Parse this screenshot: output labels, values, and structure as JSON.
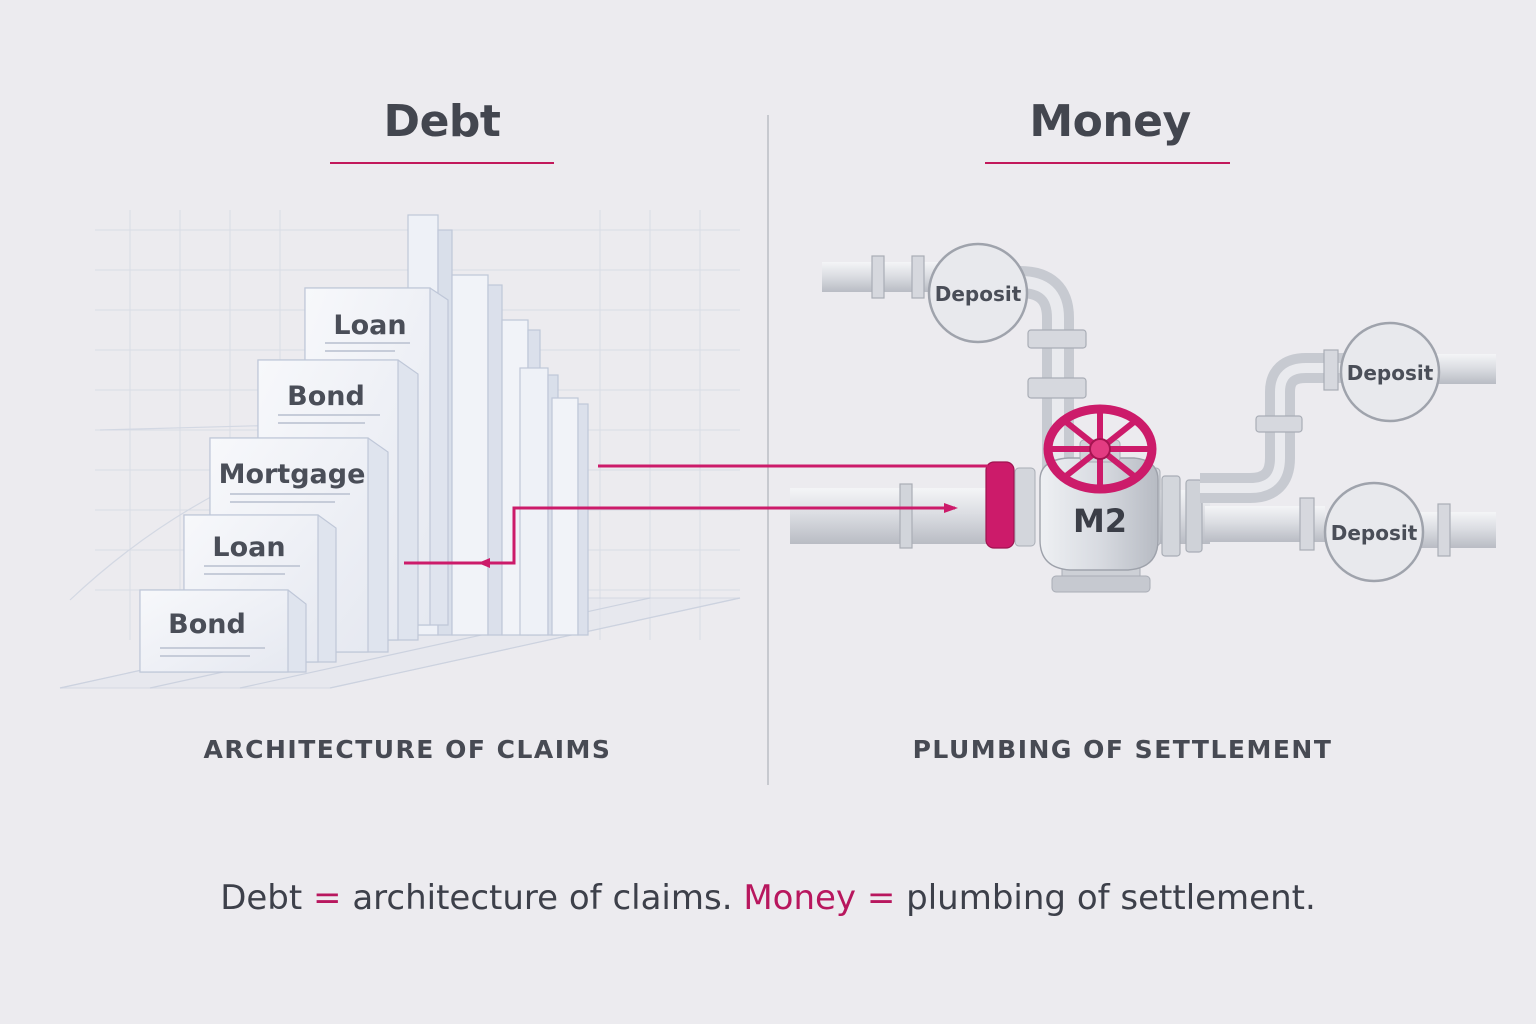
{
  "left": {
    "title": "Debt",
    "subtitle": "ARCHITECTURE OF CLAIMS",
    "blocks": [
      "Loan",
      "Bond",
      "Mortgage",
      "Loan",
      "Bond"
    ]
  },
  "right": {
    "title": "Money",
    "subtitle": "PLUMBING OF SETTLEMENT",
    "valve_label": "M2",
    "gauges": [
      "Deposit",
      "Deposit",
      "Deposit"
    ]
  },
  "footer": {
    "debt": "Debt",
    "eq1": " = ",
    "debt_def": "architecture of claims. ",
    "money": "Money",
    "eq2": " = ",
    "money_def": "plumbing of settlement."
  },
  "colors": {
    "accent": "#c2185b",
    "background": "#ecebef",
    "text": "#43464f",
    "pipe": "#d3d5db"
  }
}
